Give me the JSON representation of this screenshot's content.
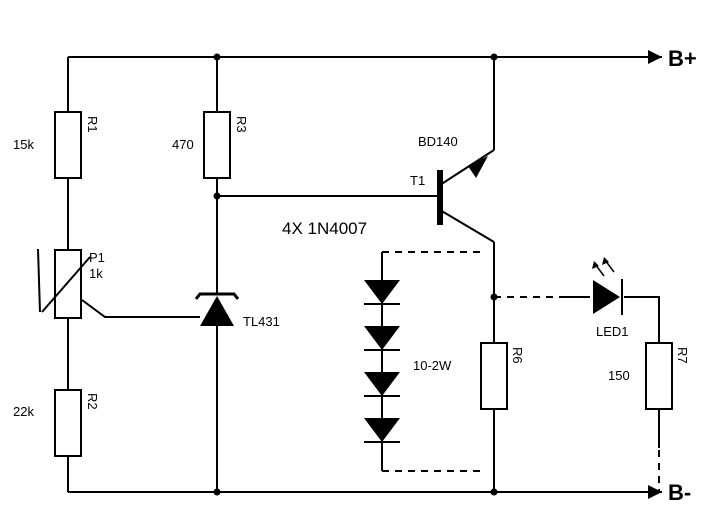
{
  "rails": {
    "positive": "B+",
    "negative": "B-"
  },
  "components": {
    "r1": {
      "ref": "R1",
      "value": "15k"
    },
    "r2": {
      "ref": "R2",
      "value": "22k"
    },
    "r3": {
      "ref": "R3",
      "value": "470"
    },
    "p1": {
      "ref": "P1",
      "value": "1k"
    },
    "shunt": {
      "ref": "TL431"
    },
    "transistor": {
      "ref": "T1",
      "part": "BD140"
    },
    "diodes": {
      "label": "4X 1N4007"
    },
    "r6": {
      "ref": "R6",
      "value": "10-2W"
    },
    "led": {
      "ref": "LED1"
    },
    "r7": {
      "ref": "R7",
      "value": "150"
    }
  },
  "colors": {
    "line": "#000000",
    "background": "#ffffff"
  }
}
